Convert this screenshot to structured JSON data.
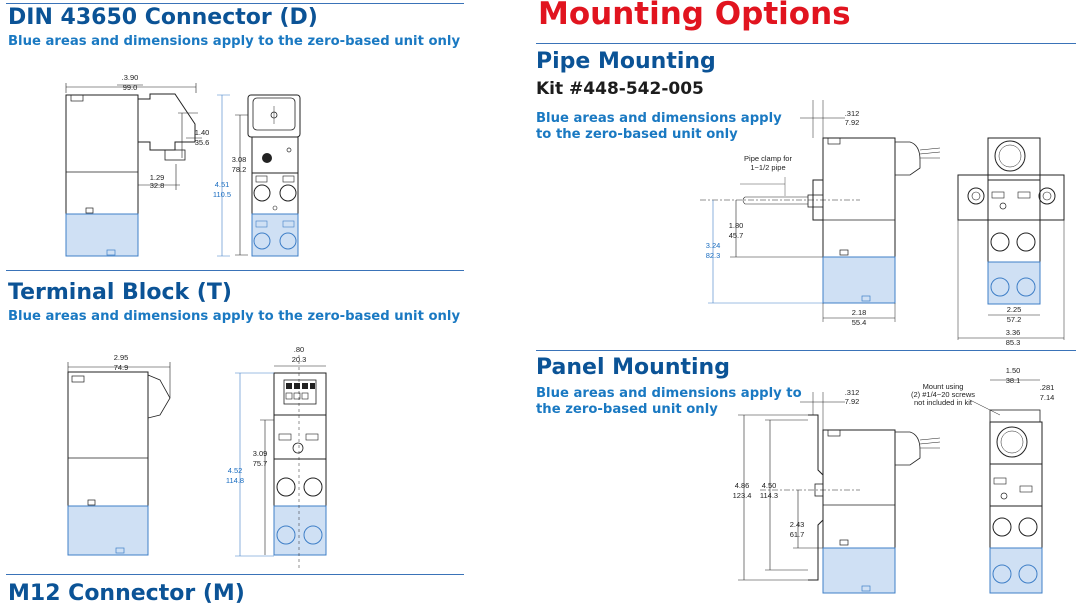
{
  "din": {
    "title": "DIN 43650 Connector (D)",
    "note": "Blue areas and dimensions apply to the zero-based unit only",
    "dims": {
      "w_top": ".3.90",
      "w_bot": "99.0",
      "h1_top": "1.40",
      "h1_bot": "35.6",
      "h2_top": "3.08",
      "h2_bot": "78.2",
      "h3_top": "4.51",
      "h3_bot": "110.5",
      "b_top": "1.29",
      "b_bot": "32.8"
    }
  },
  "terminal": {
    "title": "Terminal Block (T)",
    "note": "Blue areas and dimensions apply to the zero-based unit only",
    "dims": {
      "w_top": "2.95",
      "w_bot": "74.9",
      "f_top": ".80",
      "f_bot": "20.3",
      "h2_top": "3.09",
      "h2_bot": "75.7",
      "h3_top": "4.52",
      "h3_bot": "114.8"
    }
  },
  "m12": {
    "title": "M12 Connector (M)"
  },
  "mounting": {
    "title": "Mounting Options",
    "pipe": {
      "title": "Pipe Mounting",
      "kit": "Kit #448-542-005",
      "note_line1": "Blue areas and dimensions apply",
      "note_line2": "to the zero-based unit only",
      "clamp_line1": "Pipe clamp for",
      "clamp_line2": "1−1/2 pipe",
      "dims": {
        "t_top": ".312",
        "t_bot": "7.92",
        "a_top": "1.80",
        "a_bot": "45.7",
        "b_top": "3.24",
        "b_bot": "82.3",
        "c_top": "2.18",
        "c_bot": "55.4",
        "d_top": "2.25",
        "d_bot": "57.2",
        "e_top": "3.36",
        "e_bot": "85.3"
      }
    },
    "panel": {
      "title": "Panel Mounting",
      "note_line1": "Blue areas and dimensions apply to",
      "note_line2": "the zero-based unit only",
      "mount_line1": "Mount using",
      "mount_line2": "(2) #1/4−20 screws",
      "mount_line3": "not included in kit",
      "dims": {
        "t_top": ".312",
        "t_bot": "7.92",
        "a_top": "4.86",
        "a_bot": "123.4",
        "b_top": "4.50",
        "b_bot": "114.3",
        "c_top": "2.43",
        "c_bot": "61.7",
        "w_top": "1.50",
        "w_bot": "38.1",
        "s_top": ".281",
        "s_bot": "7.14"
      }
    }
  },
  "colors": {
    "heading": "#0b5396",
    "note": "#1a79c2",
    "accent": "#e1141f",
    "zero_fill": "#cfe0f4",
    "zero_stroke": "#3f7fc7"
  }
}
